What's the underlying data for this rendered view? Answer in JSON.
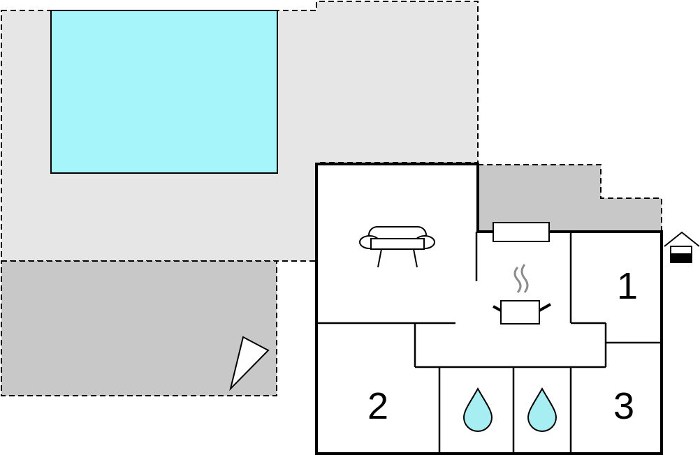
{
  "rooms": {
    "bedroom_1": "1",
    "bedroom_2": "2",
    "bedroom_3": "3"
  },
  "icons": {
    "living": "sofa-icon",
    "kitchen": "cooking-pot-icon",
    "bathroom_a": "water-drop-icon",
    "bathroom_b": "water-drop-icon",
    "entrance": "house-entrance-icon",
    "parking": "parking-wedge-icon"
  },
  "colors": {
    "pool": "#a6f5fa",
    "terrace_light": "#e6e6e6",
    "terrace_dark": "#c8c8c8",
    "water": "#a6eef2",
    "wall": "#000000"
  }
}
